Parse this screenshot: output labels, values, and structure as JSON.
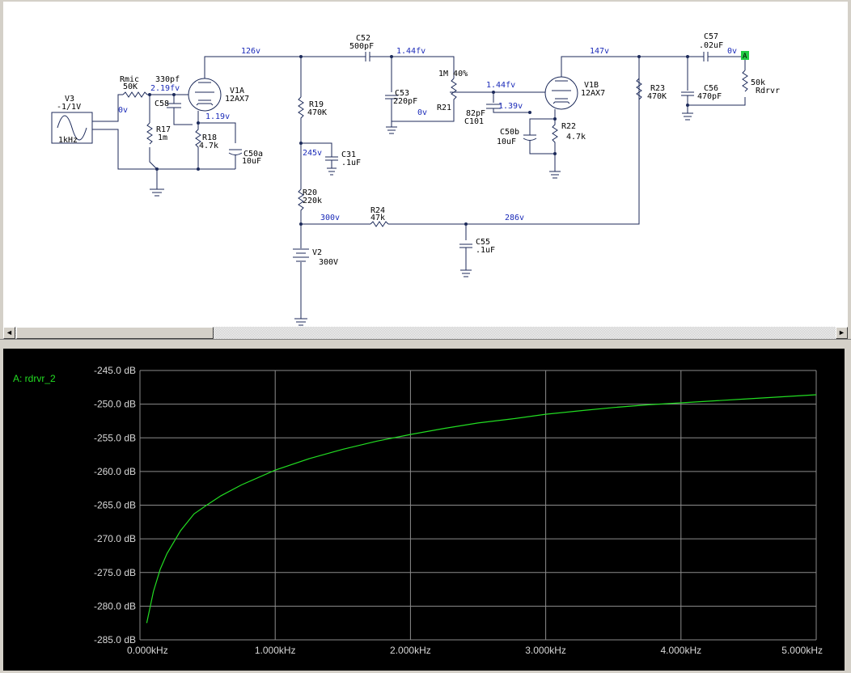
{
  "schematic": {
    "components": {
      "v3": {
        "name": "V3",
        "value": "-1/1V",
        "freq": "1kHz"
      },
      "rmic": {
        "name": "Rmic",
        "value": "50K"
      },
      "cap330": {
        "value": "330pf"
      },
      "c58": {
        "name": "C58"
      },
      "r17": {
        "name": "R17",
        "value": "1m"
      },
      "r18": {
        "name": "R18",
        "value": "4.7k"
      },
      "c50a": {
        "name": "C50a",
        "value": "10uF"
      },
      "v1a": {
        "name": "V1A",
        "type": "12AX7"
      },
      "r19": {
        "name": "R19",
        "value": "470K"
      },
      "c31": {
        "name": "C31",
        "value": ".1uF"
      },
      "r20": {
        "name": "R20",
        "value": "220k"
      },
      "v2": {
        "name": "V2",
        "value": "300V"
      },
      "r24": {
        "name": "R24",
        "value": "47k"
      },
      "c55": {
        "name": "C55",
        "value": ".1uF"
      },
      "c52": {
        "name": "C52",
        "value": "500pF"
      },
      "c53": {
        "name": "C53",
        "value": "220pF"
      },
      "r21": {
        "name": "R21",
        "value": "1M 40%"
      },
      "c101": {
        "name": "C101",
        "value": "82pF"
      },
      "c50b": {
        "name": "C50b",
        "value": "10uF"
      },
      "v1b": {
        "name": "V1B",
        "type": "12AX7"
      },
      "r22": {
        "name": "R22",
        "value": "4.7k"
      },
      "r23": {
        "name": "R23",
        "value": "470K"
      },
      "c57": {
        "name": "C57",
        "value": ".02uF"
      },
      "c56": {
        "name": "C56",
        "value": "470pF"
      },
      "rdrvr": {
        "name": "Rdrvr",
        "value": "50k"
      },
      "probe": {
        "label": "A"
      }
    },
    "nodes": {
      "in": "0v",
      "grid1": "2.19fv",
      "cath1": "1.19v",
      "plate1": "126v",
      "mid": "245v",
      "supply": "300v",
      "b2": "286v",
      "c53_gnd": "0v",
      "after_c52": "1.44fv",
      "grid2": "1.44fv",
      "cath2": "1.39v",
      "plate2": "147v",
      "out": "0v"
    }
  },
  "chart_data": {
    "type": "line",
    "series": [
      {
        "name": "A: rdrvr_2",
        "color": "#22dd22",
        "x": [
          0.05,
          0.1,
          0.15,
          0.2,
          0.3,
          0.4,
          0.5,
          0.6,
          0.75,
          1.0,
          1.25,
          1.5,
          1.75,
          2.0,
          2.25,
          2.5,
          2.75,
          3.0,
          3.25,
          3.5,
          3.75,
          4.0,
          4.25,
          4.5,
          4.75,
          5.0
        ],
        "y": [
          -282.5,
          -277.8,
          -274.5,
          -272.2,
          -268.8,
          -266.3,
          -264.9,
          -263.6,
          -262.0,
          -259.8,
          -258.1,
          -256.7,
          -255.5,
          -254.5,
          -253.6,
          -252.8,
          -252.2,
          -251.5,
          -251.0,
          -250.5,
          -250.1,
          -249.8,
          -249.5,
          -249.2,
          -248.9,
          -248.6
        ]
      }
    ],
    "x_ticks": [
      "0.000kHz",
      "1.000kHz",
      "2.000kHz",
      "3.000kHz",
      "4.000kHz",
      "5.000kHz"
    ],
    "y_ticks": [
      "-245.0 dB",
      "-250.0 dB",
      "-255.0 dB",
      "-260.0 dB",
      "-265.0 dB",
      "-270.0 dB",
      "-275.0 dB",
      "-280.0 dB",
      "-285.0 dB"
    ],
    "xlim": [
      0,
      5
    ],
    "ylim": [
      -285,
      -245
    ],
    "grid": true,
    "legend": "top-left"
  }
}
